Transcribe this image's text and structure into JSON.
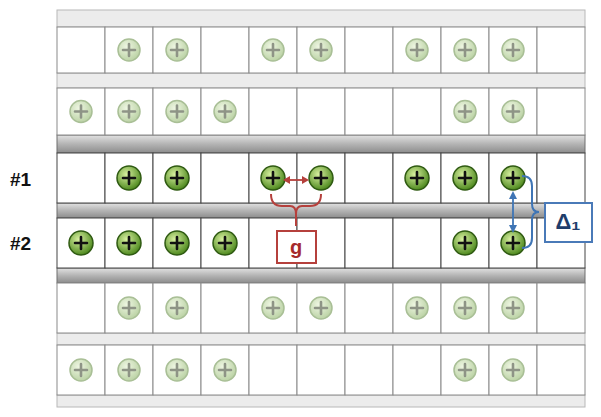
{
  "diagram": {
    "nodes": [
      {
        "text": [
          "g"
        ]
      },
      {
        "text": [
          "Δ₁"
        ]
      }
    ],
    "labels": [
      "#1",
      "#2"
    ]
  }
}
